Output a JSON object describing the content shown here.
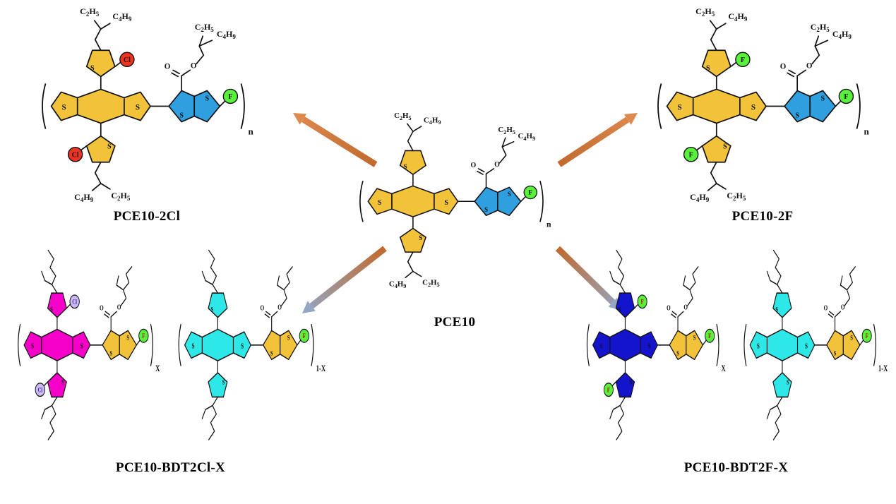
{
  "figure": {
    "background": "#FFFFFF",
    "description": "PCE10 polymer and four halogenated derivative structures connected by arrows"
  },
  "atoms": {
    "s": "S",
    "o": "O",
    "f": "F",
    "cl": "Cl"
  },
  "alkyls": {
    "c2h5": [
      [
        "C",
        false
      ],
      [
        "2",
        true
      ],
      [
        "H",
        false
      ],
      [
        "5",
        true
      ]
    ],
    "c4h9": [
      [
        "C",
        false
      ],
      [
        "4",
        true
      ],
      [
        "H",
        false
      ],
      [
        "9",
        true
      ]
    ]
  },
  "subscripts": {
    "n": "n",
    "x": "X",
    "one_minus_x": "1-X"
  },
  "colors": {
    "bdt_gold": "#F2C339",
    "tt_blue": "#2F9FE0",
    "bdt_magenta": "#F500C8",
    "bdt_dark_blue": "#1414CC",
    "bdt_cyan": "#2EE8E8",
    "halogen_green": "#58F23A",
    "halogen_red": "#EE3322",
    "halogen_lavender": "#CDB9F5",
    "bond_black": "#111111",
    "arrow_orange": "#C06A2E",
    "arrow_gray": "#93A6C4"
  },
  "structures": {
    "top_left": {
      "name": "PCE10-2Cl",
      "units": [
        {
          "core": "#F2C339",
          "pendant": "#F2C339",
          "tt": "#2F9FE0",
          "pendant_halogen": {
            "symbol": "cl",
            "fill": "#EE3322",
            "text_color": "#111111"
          },
          "tt_halogen": {
            "symbol": "f",
            "fill": "#58F23A",
            "text_color": "#111111"
          },
          "alkyl_text": true,
          "subscript": "n"
        }
      ]
    },
    "top_right": {
      "name": "PCE10-2F",
      "units": [
        {
          "core": "#F2C339",
          "pendant": "#F2C339",
          "tt": "#2F9FE0",
          "pendant_halogen": {
            "symbol": "f",
            "fill": "#58F23A",
            "text_color": "#111111"
          },
          "tt_halogen": {
            "symbol": "f",
            "fill": "#58F23A",
            "text_color": "#111111"
          },
          "alkyl_text": true,
          "subscript": "n"
        }
      ]
    },
    "center": {
      "name": "PCE10",
      "units": [
        {
          "core": "#F2C339",
          "pendant": "#F2C339",
          "tt": "#2F9FE0",
          "pendant_halogen": null,
          "tt_halogen": {
            "symbol": "f",
            "fill": "#58F23A",
            "text_color": "#111111"
          },
          "alkyl_text": true,
          "subscript": "n"
        }
      ]
    },
    "bottom_left": {
      "name": "PCE10-BDT2Cl-X",
      "units": [
        {
          "core": "#F500C8",
          "pendant": "#F500C8",
          "tt": "#F2C339",
          "pendant_halogen": {
            "symbol": "cl",
            "fill": "#CDB9F5",
            "text_color": "#3A2E9E"
          },
          "tt_halogen": {
            "symbol": "f",
            "fill": "#58F23A",
            "text_color": "#C40000"
          },
          "alkyl_text": false,
          "subscript": "x"
        },
        {
          "core": "#2EE8E8",
          "pendant": "#2EE8E8",
          "tt": "#F2C339",
          "pendant_halogen": null,
          "tt_halogen": {
            "symbol": "f",
            "fill": "#58F23A",
            "text_color": "#C40000"
          },
          "alkyl_text": false,
          "subscript": "one_minus_x"
        }
      ]
    },
    "bottom_right": {
      "name": "PCE10-BDT2F-X",
      "units": [
        {
          "core": "#1414CC",
          "pendant": "#1414CC",
          "tt": "#F2C339",
          "pendant_halogen": {
            "symbol": "f",
            "fill": "#58F23A",
            "text_color": "#C40000"
          },
          "tt_halogen": {
            "symbol": "f",
            "fill": "#58F23A",
            "text_color": "#C40000"
          },
          "alkyl_text": false,
          "subscript": "x"
        },
        {
          "core": "#2EE8E8",
          "pendant": "#2EE8E8",
          "tt": "#F2C339",
          "pendant_halogen": null,
          "tt_halogen": {
            "symbol": "f",
            "fill": "#58F23A",
            "text_color": "#C40000"
          },
          "alkyl_text": false,
          "subscript": "one_minus_x"
        }
      ]
    }
  },
  "arrows": [
    {
      "name": "arrow-to-top-left",
      "tail": [
        532,
        233
      ],
      "head": [
        415,
        160
      ],
      "tail_color": "#C06A2E",
      "head_color": "#DD8A50"
    },
    {
      "name": "arrow-to-top-right",
      "tail": [
        792,
        233
      ],
      "head": [
        903,
        160
      ],
      "tail_color": "#C06A2E",
      "head_color": "#DD8A50"
    },
    {
      "name": "arrow-to-bottom-left",
      "tail": [
        545,
        352
      ],
      "head": [
        428,
        444
      ],
      "tail_color": "#C06A2E",
      "head_color": "#93A6C4"
    },
    {
      "name": "arrow-to-bottom-right",
      "tail": [
        790,
        352
      ],
      "head": [
        880,
        440
      ],
      "tail_color": "#C06A2E",
      "head_color": "#93A6C4"
    }
  ]
}
